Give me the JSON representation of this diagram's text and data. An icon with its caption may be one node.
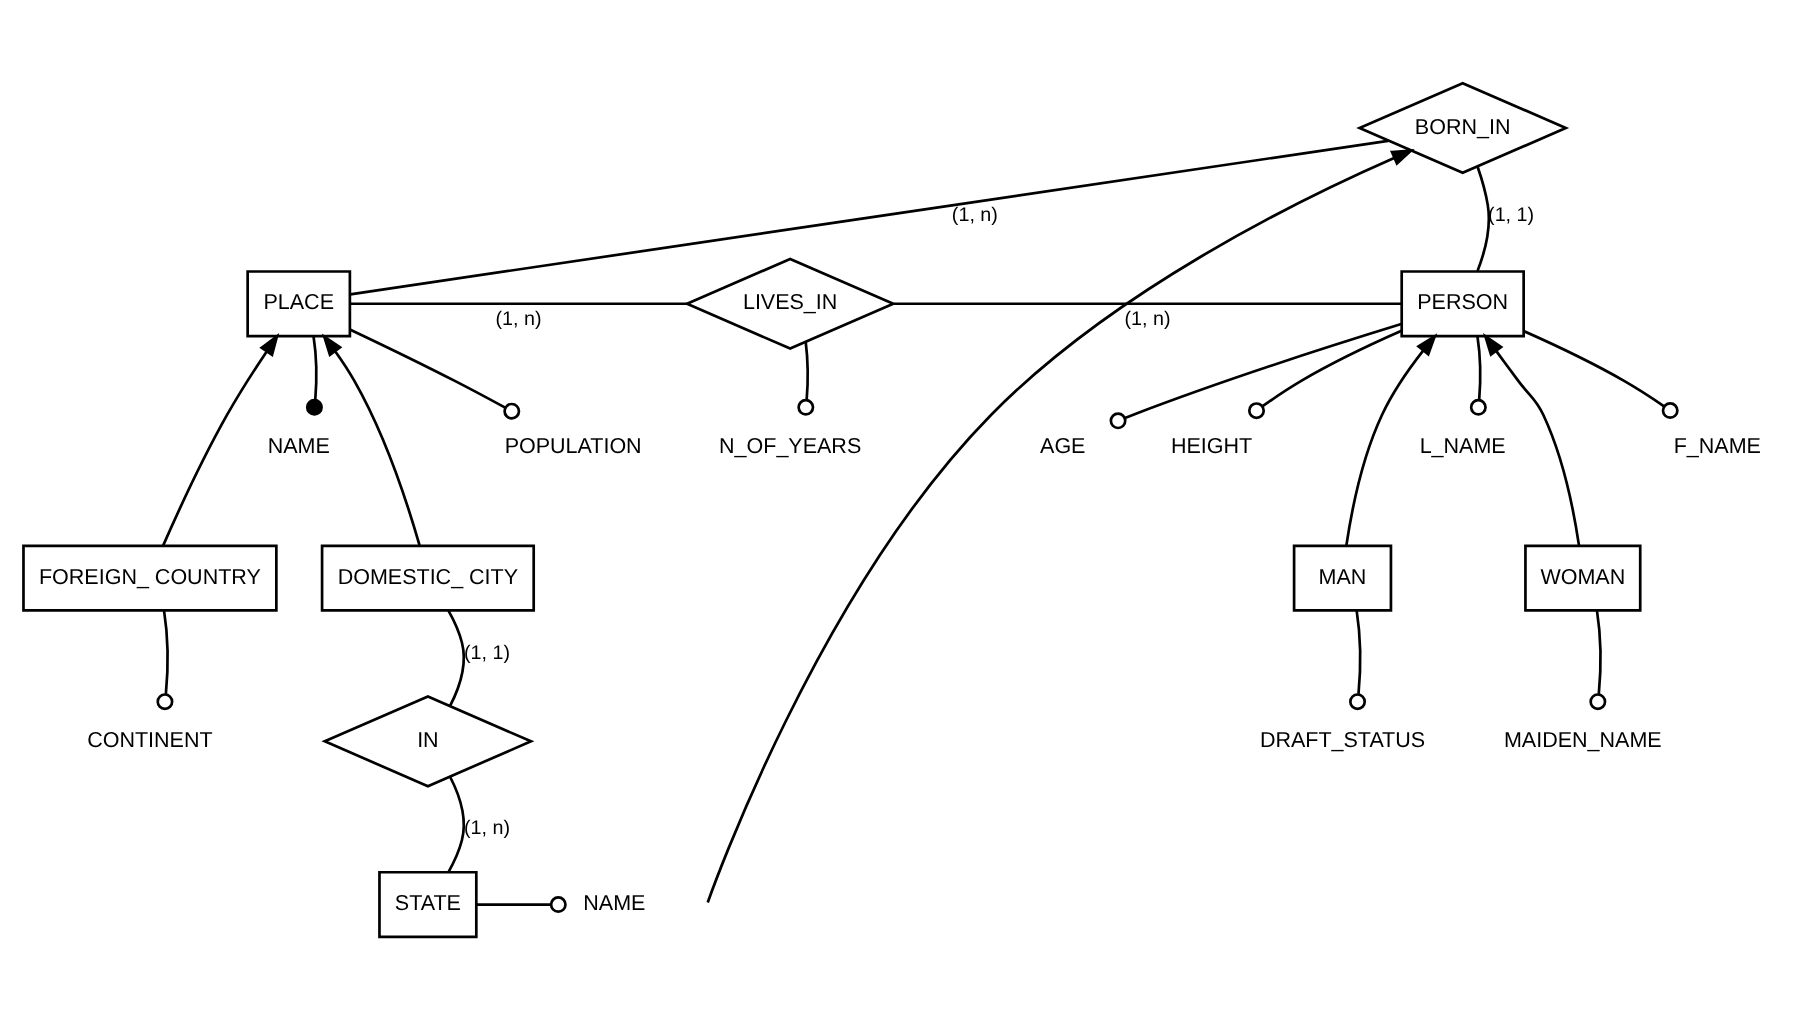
{
  "diagram": {
    "nodes": [
      {
        "text": [
          "PERSON"
        ]
      },
      {
        "text": [
          "BORN_IN"
        ]
      },
      {
        "text": [
          "LIVES_IN"
        ]
      },
      {
        "text": [
          "PLACE"
        ]
      },
      {
        "text": [
          "AGE"
        ]
      },
      {
        "text": [
          "HEIGHT"
        ]
      },
      {
        "text": [
          "L_NAME"
        ]
      },
      {
        "text": [
          "F_NAME"
        ]
      },
      {
        "text": [
          "NAME"
        ]
      },
      {
        "text": [
          "POPULATION"
        ]
      },
      {
        "text": [
          "N_OF_YEARS"
        ]
      },
      {
        "text": [
          "MAN"
        ]
      },
      {
        "text": [
          "WOMAN"
        ]
      },
      {
        "text": [
          "FOREIGN_ COUNTRY"
        ]
      },
      {
        "text": [
          "DOMESTIC_ CITY"
        ]
      },
      {
        "text": [
          "DRAFT_STATUS"
        ]
      },
      {
        "text": [
          "MAIDEN_NAME"
        ]
      },
      {
        "text": [
          "CONTINENT"
        ]
      },
      {
        "text": [
          "IN"
        ]
      },
      {
        "text": [
          "NAME"
        ]
      },
      {
        "text": [
          "STATE"
        ]
      }
    ],
    "edges": [
      {
        "from": null,
        "to": 1,
        "arrow": "to"
      },
      {
        "from": 0,
        "to": 1,
        "arrow": "none",
        "label": "(1, 1)"
      },
      {
        "from": 1,
        "to": 3,
        "arrow": "none",
        "label": "(1, n)"
      },
      {
        "from": 0,
        "to": 2,
        "arrow": "none",
        "label": "(1, n)"
      },
      {
        "from": 2,
        "to": 3,
        "arrow": "none",
        "label": "(1, n)"
      },
      {
        "from": 0,
        "to": 4,
        "arrow": "other"
      },
      {
        "from": 0,
        "to": 5,
        "arrow": "other"
      },
      {
        "from": 0,
        "to": 6,
        "arrow": "other"
      },
      {
        "from": 0,
        "to": 7,
        "arrow": "other"
      },
      {
        "from": 3,
        "to": 8,
        "arrow": "other"
      },
      {
        "from": 3,
        "to": 9,
        "arrow": "other"
      },
      {
        "from": 2,
        "to": 10,
        "arrow": "other"
      },
      {
        "from": 11,
        "to": 0,
        "arrow": "to"
      },
      {
        "from": 12,
        "to": 0,
        "arrow": "to"
      },
      {
        "from": 13,
        "to": 3,
        "arrow": "to"
      },
      {
        "from": 14,
        "to": 3,
        "arrow": "to"
      },
      {
        "from": 11,
        "to": 15,
        "arrow": "other"
      },
      {
        "from": 12,
        "to": 16,
        "arrow": "other"
      },
      {
        "from": 13,
        "to": 17,
        "arrow": "other"
      },
      {
        "from": 14,
        "to": 18,
        "arrow": "none",
        "label": "(1, 1)"
      },
      {
        "from": 18,
        "to": 20,
        "arrow": "none",
        "label": "(1, n)"
      },
      {
        "from": 20,
        "to": 19,
        "arrow": "other"
      }
    ]
  }
}
